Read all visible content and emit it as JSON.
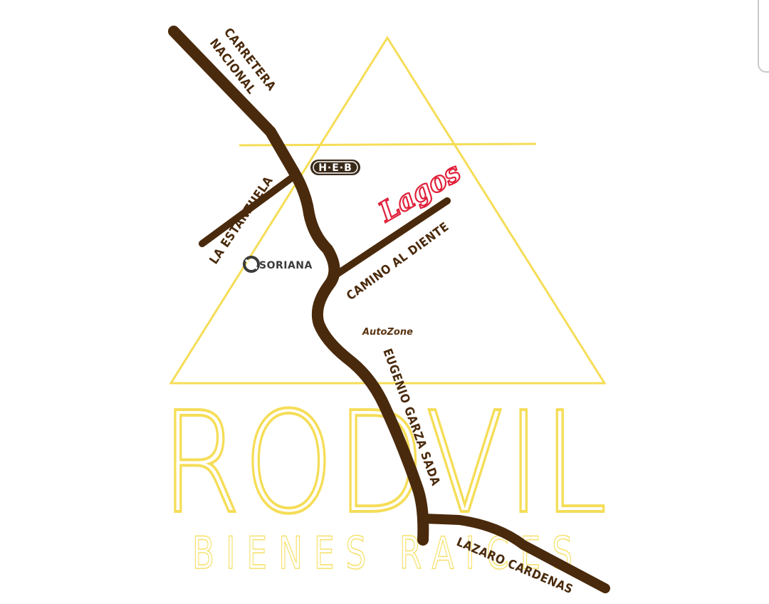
{
  "brand": {
    "name": "RODVIL",
    "tagline": "BIENES RAICES",
    "accent_color": "#f5dd57"
  },
  "streets": {
    "carretera_line1": "CARRETERA",
    "carretera_line2": "NACIONAL",
    "estanzuela": "LA ESTANZUELA",
    "camino": "CAMINO AL DIENTE",
    "eugenio": "EUGENIO GARZA SADA",
    "lazaro": "LAZARO CARDENAS"
  },
  "landmarks": {
    "heb": "H·E·B",
    "lagos": "Lagos",
    "soriana": "SORIANA",
    "autozone": "AutoZone"
  },
  "colors": {
    "road": "#4a2a0c",
    "lagos": "#e0203a"
  }
}
